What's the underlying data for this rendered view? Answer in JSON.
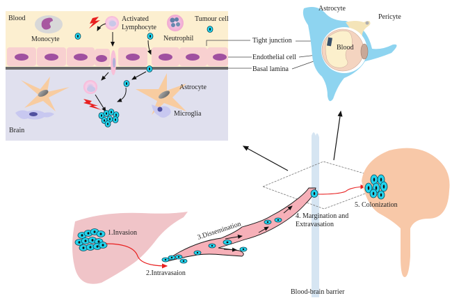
{
  "inset": {
    "region_blood": "Blood",
    "region_brain": "Brain",
    "cells": {
      "monocyte": "Monocyte",
      "activated_lymphocyte_line1": "Activated",
      "activated_lymphocyte_line2": "Lymphocyte",
      "neutrophil": "Neutrophil",
      "tumour_cell": "Tumour cell",
      "astrocyte": "Astrocyte",
      "microglia": "Microglia"
    },
    "callouts": {
      "tight_junction": "Tight junction",
      "endothelial_cell": "Endothelial cell",
      "basal_lamina": "Basal lamina"
    }
  },
  "cross_section": {
    "astrocyte": "Astrocyte",
    "pericyte": "Pericyte",
    "blood": "Blood"
  },
  "steps": [
    {
      "label": "1.Invasion"
    },
    {
      "label": "2.Intravasaion"
    },
    {
      "label": "3.Dissemination"
    },
    {
      "label_line1": "4. Margination and",
      "label_line2": "Extravasation"
    },
    {
      "label": "5. Colonization"
    }
  ],
  "barrier_label": "Blood-brain barrier",
  "colors": {
    "blood_bg": "#fcefd0",
    "brain_bg": "#e0e0ee",
    "endothelium": "#f8d0d0",
    "nucleus": "#a050a0",
    "tumour": "#22d4ee",
    "astrocyte_fill": "#f8cca0",
    "astro_blue": "#8ed4f0",
    "liver": "#f0c4c8",
    "vessel": "#f6b0b8",
    "brain_organ": "#f8c8a8",
    "bbb": "#cfe0f0",
    "red": "#e82020"
  }
}
